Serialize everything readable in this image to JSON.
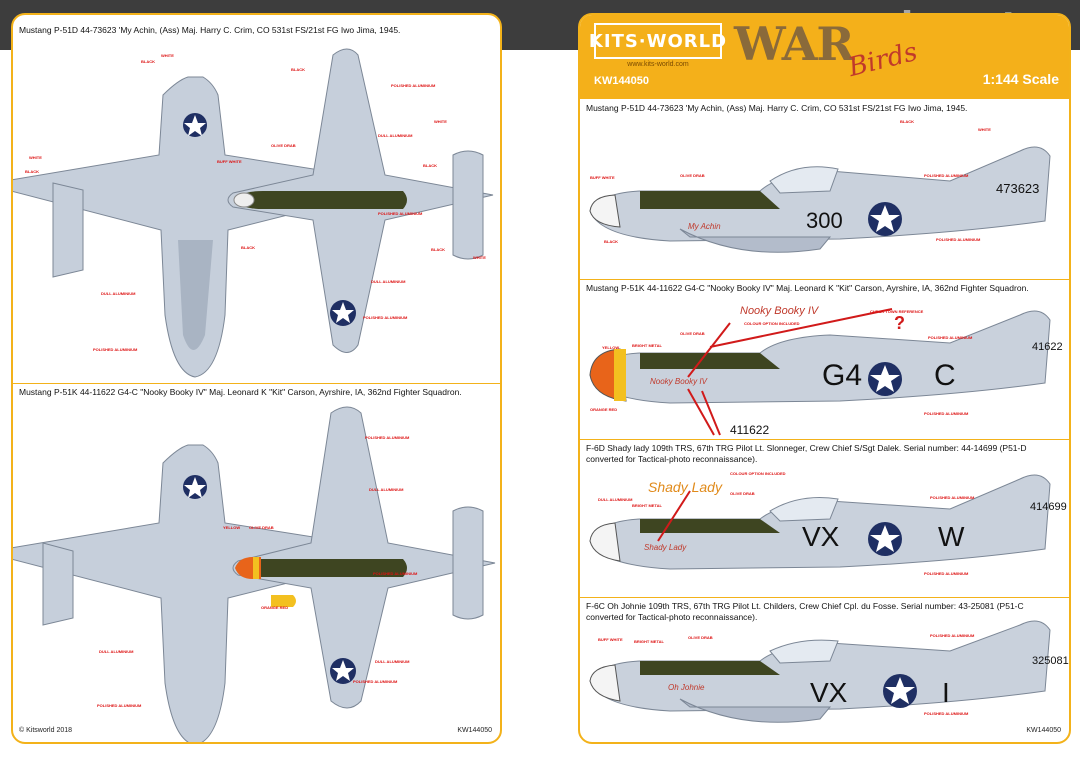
{
  "watermark": {
    "part1": "scale",
    "part2": "mates"
  },
  "brand": {
    "logo": "KITS·WORLD",
    "url": "www.kits-world.com",
    "code": "KW144050",
    "series": "WAR",
    "series2": "Birds",
    "scale": "1:144 Scale"
  },
  "left_sheet": {
    "caption_top": "Mustang P-51D 44-73623 'My Achin, (Ass) Maj. Harry C. Crim, CO 531st FS/21st FG Iwo Jima, 1945.",
    "caption_bottom": "Mustang P-51K 44-11622 G4-C \"Nooky Booky IV\" Maj. Leonard K \"Kit\" Carson, Ayrshire, IA, 362nd Fighter Squadron.",
    "copyright": "© Kitsworld 2018",
    "code": "KW144050"
  },
  "right_sheet": {
    "caption_1": "Mustang P-51D 44-73623 'My Achin, (Ass) Maj. Harry C. Crim, CO 531st FS/21st FG Iwo Jima, 1945.",
    "caption_2": "Mustang P-51K 44-11622 G4-C \"Nooky Booky IV\" Maj. Leonard K \"Kit\" Carson, Ayrshire, IA, 362nd Fighter Squadron.",
    "caption_3": "F-6D Shady lady 109th TRS, 67th TRG Pilot Lt. Slonneger, Crew Chief S/Sgt Dalek. Serial number: 44-14699 (P51-D converted for Tactical-photo reconnaissance).",
    "caption_4": "F-6C Oh Johnie 109th TRS, 67th TRG Pilot Lt. Childers, Crew Chief Cpl. du Fosse. Serial number: 43-25081 (P51-C converted for Tactical-photo reconnaissance).",
    "code": "KW144050"
  },
  "planes": [
    {
      "code": "300",
      "serial": "473623",
      "nose_art": "My Achin"
    },
    {
      "code_left": "G4",
      "code_right": "C",
      "serial": "411622",
      "serial_top": "41622",
      "nose_art": "Nooky Booky IV"
    },
    {
      "code_left": "VX",
      "code_right": "W",
      "serial": "414699",
      "nose_art": "Shady Lady"
    },
    {
      "code_left": "VX",
      "code_right": "I",
      "serial": "325081",
      "nose_art": "Oh Johnie"
    }
  ],
  "callouts": {
    "black": "BLACK",
    "white": "WHITE",
    "olive_drab": "OLIVE DRAB",
    "polished": "POLISHED ALUMINIUM",
    "dull": "DULL ALUMINIUM",
    "yellow": "YELLOW",
    "orange_red": "ORANGE RED",
    "buff_white": "BUFF WHITE",
    "bright_metal": "BRIGHT METAL",
    "colour_option": "COLOUR OPTION INCLUDED",
    "check": "CHECK TOWN REFERENCE",
    "question": "?"
  },
  "colors": {
    "accent": "#f4b01a",
    "aluminium": "#c9d1dc",
    "olive": "#3e4521",
    "insignia": "#1f2f63",
    "red": "#d11a1a"
  }
}
